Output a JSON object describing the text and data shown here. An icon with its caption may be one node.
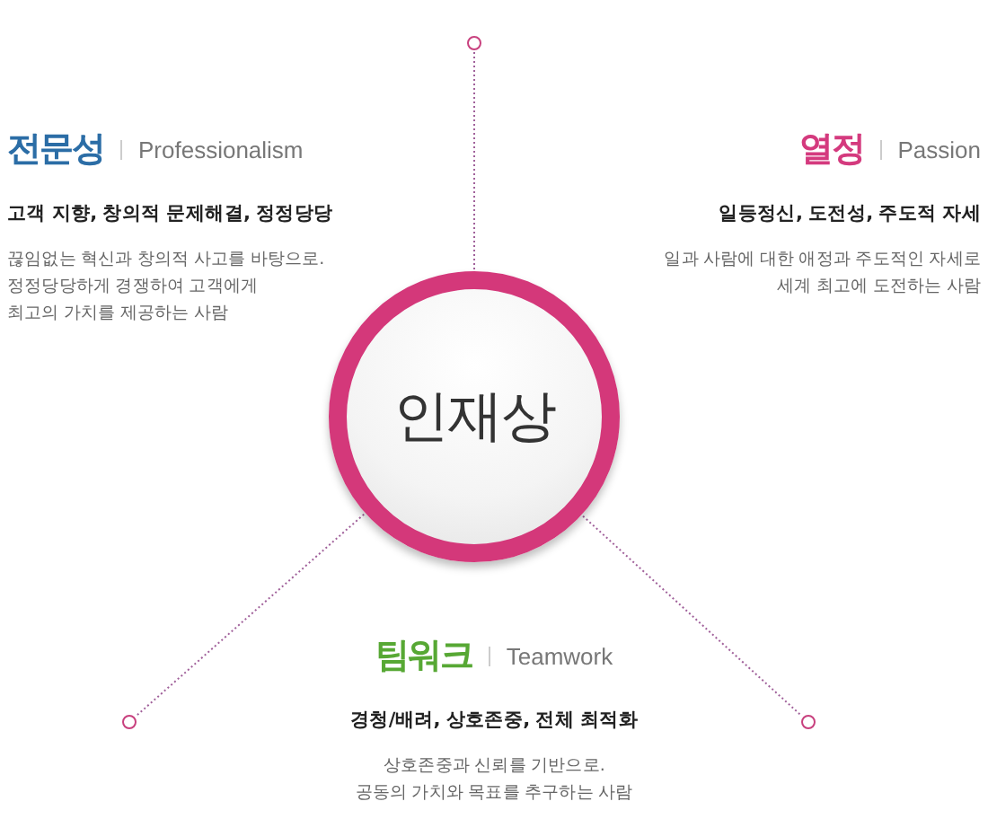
{
  "diagram": {
    "nodes": [
      {
        "text": [],
        "shape": "circle"
      },
      {
        "text": [
          "인재상"
        ]
      },
      {
        "text": [],
        "shape": "circle"
      },
      {
        "text": [],
        "shape": "circle"
      }
    ],
    "edges": [
      {
        "from": 1,
        "to": 0,
        "arrow": "none"
      },
      {
        "from": 1,
        "to": 2,
        "arrow": "none"
      },
      {
        "from": 1,
        "to": 3,
        "arrow": "none"
      }
    ],
    "labels": [
      "전문성",
      "Professionalism",
      "고객 지향, 창의적 문제해결, 정정당당",
      "끊임없는 혁신과 창의적 사고를 바탕으로. 정정당당하게 경쟁하여 고객에게 최고의 가치를 제공하는 사람",
      "열정",
      "Passion",
      "일등정신, 도전성, 주도적 자세",
      "일과 사람에 대한 애정과 주도적인 자세로 세계 최고에 도전하는 사람",
      "팀워크",
      "Teamwork",
      "경청/배려, 상호존중, 전체 최적화",
      "상호존중과 신뢰를 기반으로. 공동의 가치와 목표를 추구하는 사람"
    ]
  }
}
